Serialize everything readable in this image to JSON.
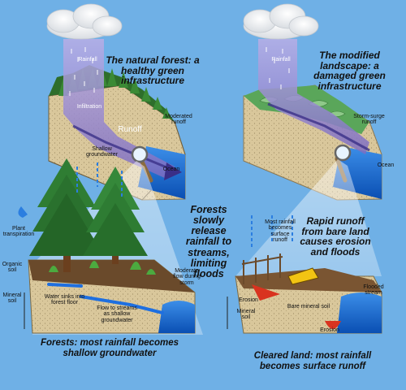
{
  "left_panel": {
    "title": "The natural forest: a healthy green infrastructure",
    "labels": {
      "rainfall": "Rainfall",
      "infiltration": "Infiltration",
      "runoff": "Runoff",
      "moderated_runoff": "Moderated runoff",
      "shallow_groundwater": "Shallow groundwater",
      "ocean": "Ocean"
    }
  },
  "right_panel": {
    "title": "The modified landscape: a damaged green infrastructure",
    "labels": {
      "rainfall": "Rainfall",
      "storm_surge_runoff": "Storm-surge runoff",
      "ocean": "Ocean"
    }
  },
  "forest_detail": {
    "callout": "Forests slowly release rainfall to streams, limiting floods",
    "labels": {
      "plant_transpiration": "Plant transpiration",
      "organic_soil": "Organic soil",
      "mineral_soil": "Mineral soil",
      "water_sinks": "Water sinks into forest floor",
      "flow_to_streams": "Flow to streams as shallow groundwater",
      "moderate_flow": "Moderate flow during storm"
    },
    "caption": "Forests: most rainfall becomes shallow groundwater"
  },
  "cleared_detail": {
    "callout": "Rapid runoff from bare land causes erosion and floods",
    "labels": {
      "most_rainfall": "Most rainfall becomes surface runoff",
      "erosion_left": "Erosion",
      "mineral_soil": "Mineral soil",
      "bare_mineral_soil": "Bare mineral soil",
      "flooded_stream": "Flooded stream",
      "erosion_bottom": "Erosion"
    },
    "caption": "Cleared land: most rainfall becomes surface runoff"
  },
  "colors": {
    "sky": "#6fb0e6",
    "soil": "#d8c79a",
    "forest_green": "#2f7d33",
    "water": "#1f6fd1",
    "rain_purple": "#8f7fc9"
  }
}
